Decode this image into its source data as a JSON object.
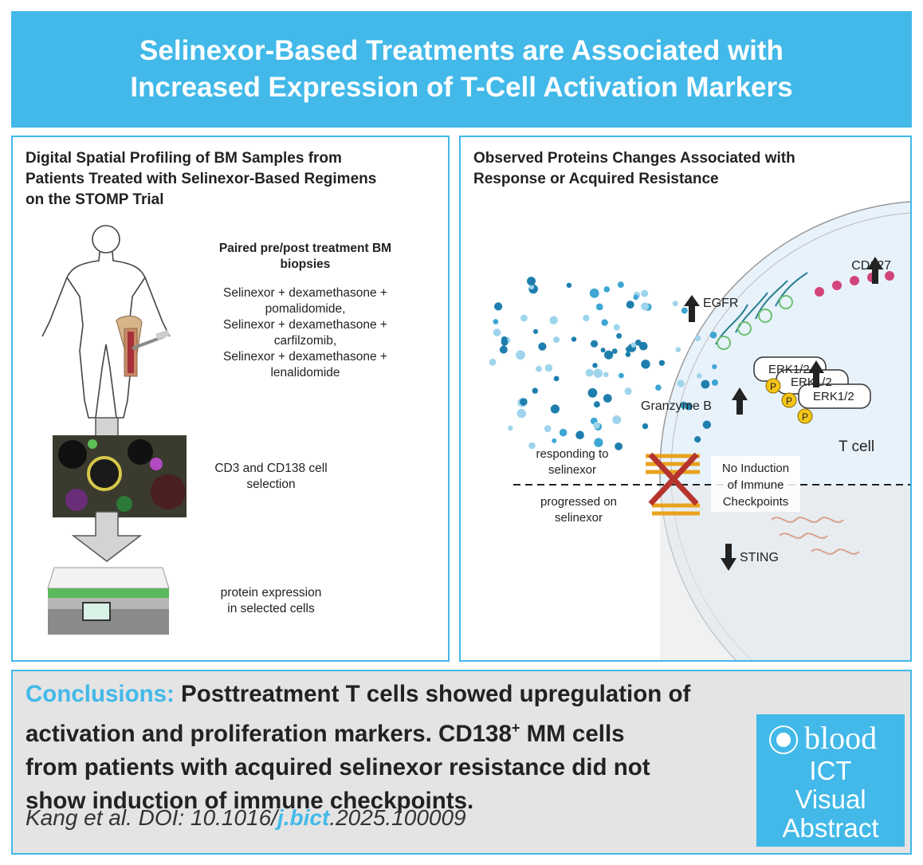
{
  "header": {
    "title_line1": "Selinexor-Based Treatments are Associated with",
    "title_line2": "Increased Expression of T-Cell Activation Markers"
  },
  "left_panel": {
    "title_line1": "Digital Spatial Profiling of BM Samples from",
    "title_line2": "Patients Treated with Selinexor-Based Regimens",
    "title_line3": "on the STOMP Trial",
    "paired_heading_line1": "Paired pre/post treatment BM",
    "paired_heading_line2": "biopsies",
    "regimen_lines": [
      "Selinexor + dexamethasone +",
      "pomalidomide,",
      "Selinexor + dexamethasone +",
      "carfilzomib,",
      "Selinexor + dexamethasone +",
      "lenalidomide"
    ],
    "selection_line1": "CD3 and CD138 cell",
    "selection_line2": "selection",
    "expression_line1": "protein expression",
    "expression_line2": "in selected cells"
  },
  "right_panel": {
    "title_line1": "Observed Proteins Changes Associated with",
    "title_line2": "Response or Acquired Resistance",
    "cd127": "CD127",
    "egfr": "EGFR",
    "erk": "ERK1/2",
    "phospho": "P",
    "granzyme": "Granzyme B",
    "t_cell": "T cell",
    "responding_line1": "responding to",
    "responding_line2": "selinexor",
    "progressed_line1": "progressed on",
    "progressed_line2": "selinexor",
    "no_induction_line1": "No Induction",
    "no_induction_line2": "of Immune",
    "no_induction_line3": "Checkpoints",
    "sting": "STING"
  },
  "conclusions": {
    "label": "Conclusions:",
    "text_line1": "Posttreatment T cells showed upregulation of",
    "text_line2": "activation and proliferation markers. CD138",
    "superscript": "+",
    "text_line2b": " MM cells",
    "text_line3": "from patients with acquired selinexor resistance did not",
    "text_line4": "show induction of immune checkpoints.",
    "citation_prefix": "Kang et al. DOI: 10.1016/",
    "citation_link": "j.bict",
    "citation_suffix": ".2025.100009"
  },
  "logo": {
    "brand": "blood",
    "line1": "ICT",
    "line2": "Visual",
    "line3": "Abstract"
  },
  "colors": {
    "accent": "#42b9e9",
    "conclusion_bg": "#e4e4e4",
    "cross": "#b5342d",
    "phospho": "#f5c518"
  }
}
